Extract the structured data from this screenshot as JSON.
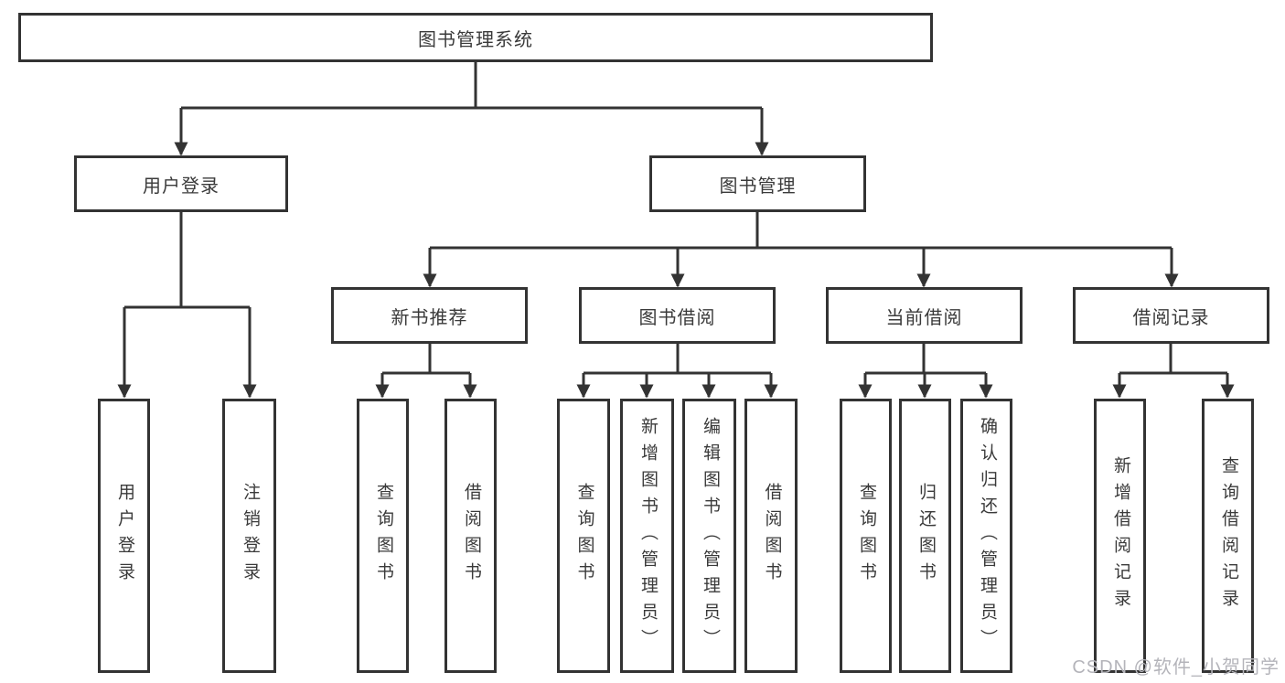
{
  "diagram_title": "图书管理系统",
  "colors": {
    "line": "#333333",
    "box_border": "#333333",
    "box_background": "#ffffff",
    "text": "#3a3a3a",
    "watermark": "#b4b4ba"
  },
  "nodes": {
    "root": {
      "label": "图书管理系统"
    },
    "user_login": {
      "label": "用户登录"
    },
    "book_mgmt": {
      "label": "图书管理"
    },
    "new_book_rec": {
      "label": "新书推荐"
    },
    "book_borrow": {
      "label": "图书借阅"
    },
    "current_borrow": {
      "label": "当前借阅"
    },
    "borrow_record": {
      "label": "借阅记录"
    },
    "leaf_user_login": {
      "label": "用户登录"
    },
    "leaf_logout": {
      "label": "注销登录"
    },
    "leaf_nbr_query": {
      "label": "查询图书"
    },
    "leaf_nbr_borrow": {
      "label": "借阅图书"
    },
    "leaf_bb_query": {
      "label": "查询图书"
    },
    "leaf_bb_add": {
      "label": "新增图书（管理员）"
    },
    "leaf_bb_edit": {
      "label": "编辑图书（管理员）"
    },
    "leaf_bb_borrow": {
      "label": "借阅图书"
    },
    "leaf_cb_query": {
      "label": "查询图书"
    },
    "leaf_cb_return": {
      "label": "归还图书"
    },
    "leaf_cb_confirm": {
      "label": "确认归还（管理员）"
    },
    "leaf_br_add": {
      "label": "新增借阅记录"
    },
    "leaf_br_query": {
      "label": "查询借阅记录"
    }
  },
  "watermark": {
    "text": "CSDN @软件_小贺同学"
  }
}
